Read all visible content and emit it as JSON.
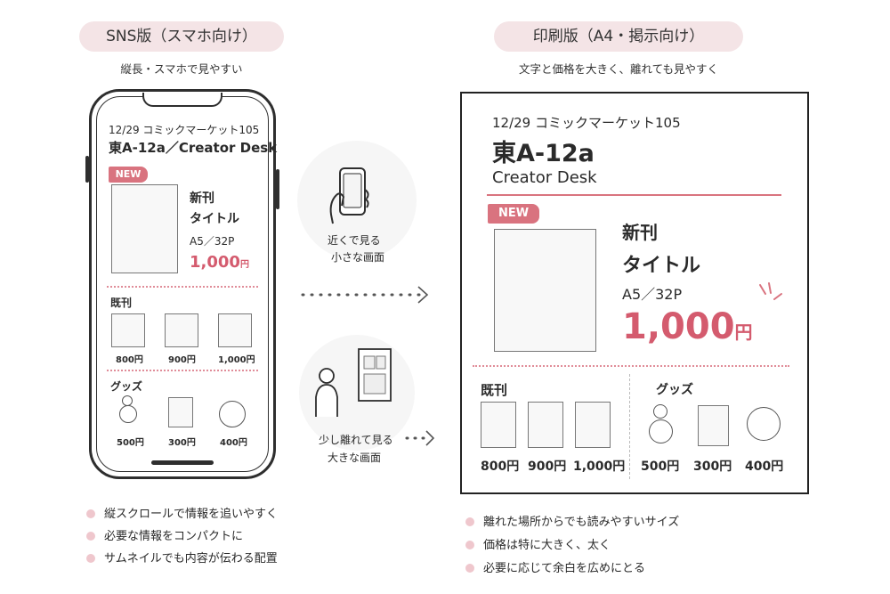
{
  "left": {
    "pill": "SNS版（スマホ向け）",
    "subtitle": "縦長・スマホで見やすい",
    "phone": {
      "date": "12/29  コミックマーケット105",
      "booth": "東A-12a／Creator Desk",
      "new_badge": "NEW",
      "new_label": "新刊",
      "title": "タイトル",
      "spec": "A5／32P",
      "price": "1,000",
      "price_unit": "円",
      "backlist_label": "既刊",
      "backlist_prices": [
        "800円",
        "900円",
        "1,000円"
      ],
      "goods_label": "グッズ",
      "goods_prices": [
        "500円",
        "300円",
        "400円"
      ]
    },
    "bullets": [
      "縦スクロールで情報を追いやすく",
      "必要な情報をコンパクトに",
      "サムネイルでも内容が伝わる配置"
    ]
  },
  "middle": {
    "top_caption": [
      "近くで見る",
      "小さな画面"
    ],
    "bottom_caption": [
      "少し離れて見る",
      "大きな画面"
    ]
  },
  "right": {
    "pill": "印刷版（A4・掲示向け）",
    "subtitle": "文字と価格を大きく、離れても見やすく",
    "poster": {
      "date": "12/29  コミックマーケット105",
      "booth": "東A-12a",
      "circle": "Creator Desk",
      "new_badge": "NEW",
      "new_label": "新刊",
      "title": "タイトル",
      "spec": "A5／32P",
      "price": "1,000",
      "price_unit": "円",
      "backlist_label": "既刊",
      "backlist_prices": [
        "800円",
        "900円",
        "1,000円"
      ],
      "goods_label": "グッズ",
      "goods_prices": [
        "500円",
        "300円",
        "400円"
      ]
    },
    "bullets": [
      "離れた場所からでも読みやすいサイズ",
      "価格は特に大きく、太く",
      "必要に応じて余白を広めにとる"
    ]
  },
  "colors": {
    "accent": "#d9737f",
    "pill_bg": "#f4e4e6",
    "bullet": "#efc7cd"
  }
}
